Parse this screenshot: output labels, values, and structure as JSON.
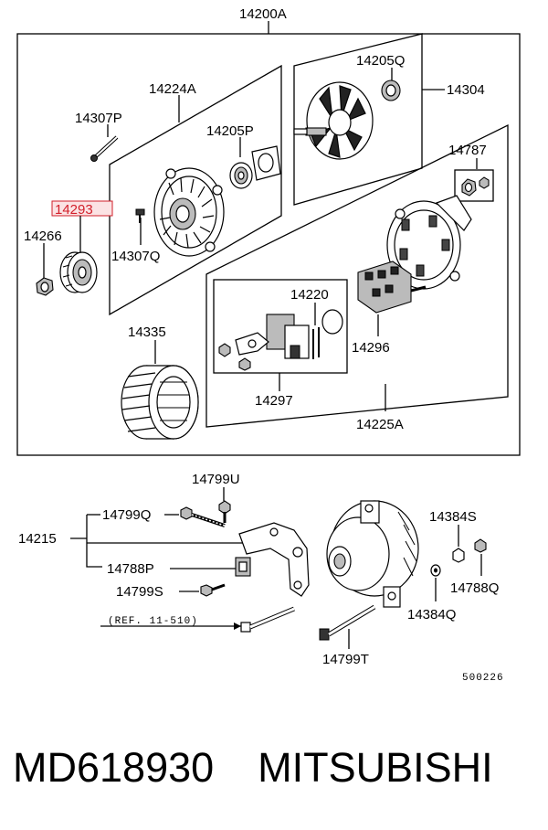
{
  "labels": {
    "p14200A": "14200A",
    "p14224A": "14224A",
    "p14307P": "14307P",
    "p14205P": "14205P",
    "p14293": "14293",
    "p14266": "14266",
    "p14307Q": "14307Q",
    "p14205Q": "14205Q",
    "p14304": "14304",
    "p14787": "14787",
    "p14220": "14220",
    "p14296": "14296",
    "p14335": "14335",
    "p14297": "14297",
    "p14225A": "14225A",
    "p14799U": "14799U",
    "p14799Q": "14799Q",
    "p14215": "14215",
    "p14788P": "14788P",
    "p14799S": "14799S",
    "ref": "(REF. 11-510)",
    "p14384S": "14384S",
    "p14788Q": "14788Q",
    "p14384Q": "14384Q",
    "p14799T": "14799T",
    "code": "500226"
  },
  "footer": {
    "part_number": "MD618930",
    "brand": "MITSUBISHI"
  },
  "colors": {
    "highlight": "#d21f2a",
    "highlight_fill": "#fbe3e4"
  }
}
